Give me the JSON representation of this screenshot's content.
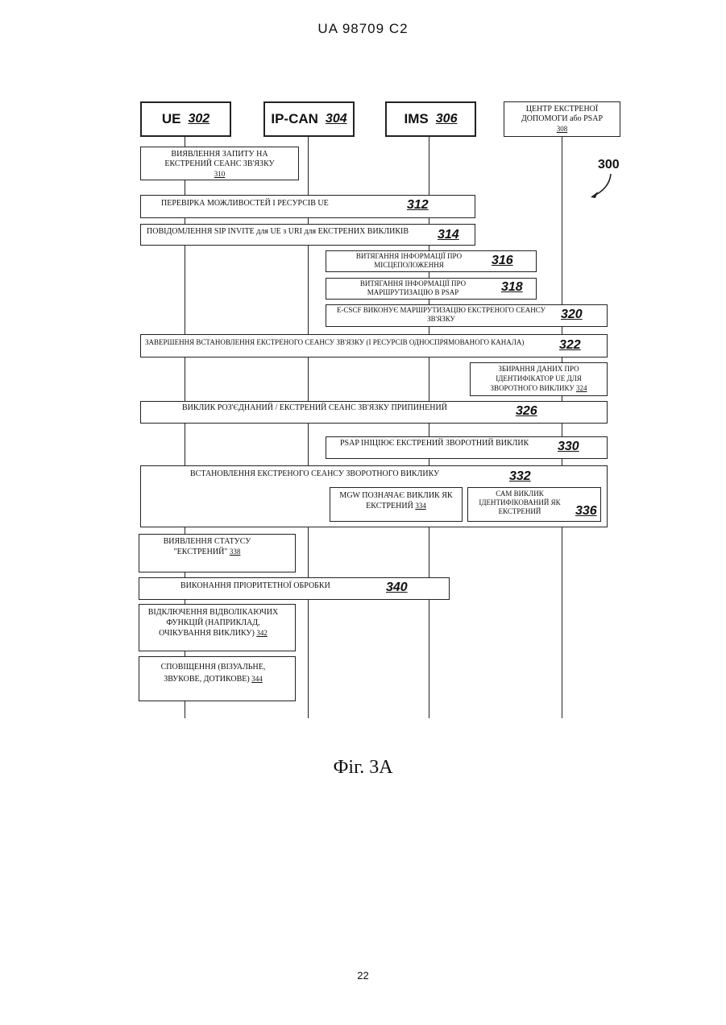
{
  "header": "UA   98709   C2",
  "page_number": "22",
  "caption": "Фіг. 3А",
  "figure_ref": "300",
  "entities": [
    {
      "name": "UE",
      "num": "302"
    },
    {
      "name": "IP-CAN",
      "num": "304"
    },
    {
      "name": "IMS",
      "num": "306"
    },
    {
      "name": "ЦЕНТР ЕКСТРЕНОЇ ДОПОМОГИ або PSAP",
      "num": "308"
    }
  ],
  "steps": {
    "s310": {
      "text": "ВИЯВЛЕННЯ ЗАПИТУ НА\nЕКСТРЕНИЙ СЕАНС ЗВ'ЯЗКУ",
      "num": "310"
    },
    "s312": {
      "text": "ПЕРЕВІРКА МОЖЛИВОСТЕЙ І РЕСУРСІВ UE",
      "num": "312"
    },
    "s314": {
      "text": "ПОВІДОМЛЕННЯ SIP INVITE для UE з URI для ЕКСТРЕНИХ ВИКЛИКІВ",
      "num": "314"
    },
    "s316": {
      "text": "ВИТЯГАННЯ ІНФОРМАЦІЇ ПРО\nМІСЦЕПОЛОЖЕННЯ",
      "num": "316"
    },
    "s318": {
      "text": "ВИТЯГАННЯ ІНФОРМАЦІЇ ПРО\nМАРШРУТИЗАЦІЮ В  PSAP",
      "num": "318"
    },
    "s320": {
      "text": "E-CSCF ВИКОНУЄ МАРШРУТИЗАЦІЮ ЕКСТРЕНОГО СЕАНСУ\nЗВ'ЯЗКУ",
      "num": "320"
    },
    "s322": {
      "text": "ЗАВЕРШЕННЯ ВСТАНОВЛЕННЯ ЕКСТРЕНОГО СЕАНСУ ЗВ'ЯЗКУ (І РЕСУРСІВ ОДНОСПРЯМОВАНОГО КАНАЛА)",
      "num": "322"
    },
    "s324": {
      "text": "ЗБИРАННЯ ДАНИХ ПРО\nІДЕНТИФІКАТОР UE ДЛЯ\nЗВОРОТНОГО ВИКЛИКУ",
      "num": "324"
    },
    "s326": {
      "text": "ВИКЛИК РОЗ'ЄДНАНИЙ / ЕКСТРЕНИЙ СЕАНС ЗВ'ЯЗКУ ПРИПИНЕНИЙ",
      "num": "326"
    },
    "s330": {
      "text": "PSAP ІНІЦІЮЄ ЕКСТРЕНИЙ ЗВОРОТНИЙ ВИКЛИК",
      "num": "330"
    },
    "s332": {
      "text": "ВСТАНОВЛЕННЯ ЕКСТРЕНОГО СЕАНСУ ЗВОРОТНОГО ВИКЛИКУ",
      "num": "332"
    },
    "s334": {
      "text": "MGW ПОЗНАЧАЄ ВИКЛИК ЯК\nЕКСТРЕНИЙ",
      "num": "334"
    },
    "s336": {
      "text": "САМ ВИКЛИК\nІДЕНТИФІКОВАНИЙ ЯК\nЕКСТРЕНИЙ",
      "num": "336"
    },
    "s338": {
      "text": "ВИЯВЛЕННЯ СТАТУСУ\n\"ЕКСТРЕНИЙ\"",
      "num": "338"
    },
    "s340": {
      "text": "ВИКОНАННЯ ПРІОРИТЕТНОЇ ОБРОБКИ",
      "num": "340"
    },
    "s342": {
      "text": "ВІДКЛЮЧЕННЯ ВІДВОЛІКАЮЧИХ\nФУНКЦІЙ (НАПРИКЛАД,\nОЧІКУВАННЯ  ВИКЛИКУ)",
      "num": "342"
    },
    "s344": {
      "text": "СПОВІЩЕННЯ (ВІЗУАЛЬНЕ,\nЗВУКОВЕ, ДОТИКОВЕ)",
      "num": "344"
    }
  }
}
